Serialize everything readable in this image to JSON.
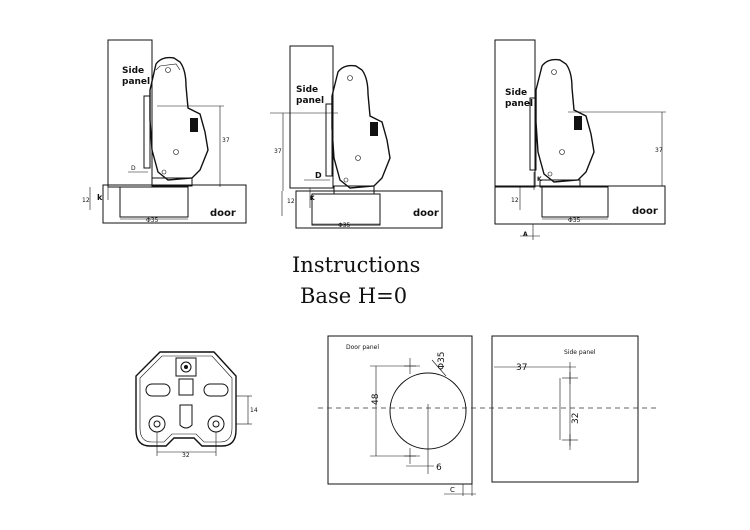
{
  "title": {
    "line1": "Instructions",
    "line2": "Base H=0"
  },
  "views": [
    {
      "side_panel_line1": "Side",
      "side_panel_line2": "panel",
      "door": "door",
      "dia": "Φ35",
      "k": "k",
      "v37": "37",
      "d": "D",
      "v12": "12"
    },
    {
      "side_panel_line1": "Side",
      "side_panel_line2": "panel",
      "door": "door",
      "dia": "Φ35",
      "k": "K",
      "v37": "37",
      "d": "D",
      "v12": "12"
    },
    {
      "side_panel_line1": "Side",
      "side_panel_line2": "panel",
      "door": "door",
      "dia": "Φ35",
      "k": "K",
      "v37": "37",
      "a": "A",
      "v12": "12"
    }
  ],
  "plate": {
    "w": "32",
    "h": "14"
  },
  "door_panel": {
    "label": "Door panel",
    "dia": "Φ35",
    "v48": "48",
    "v6": "6",
    "c": "C"
  },
  "side_panel_template": {
    "label": "Side panel",
    "v37": "37",
    "v32": "32"
  }
}
